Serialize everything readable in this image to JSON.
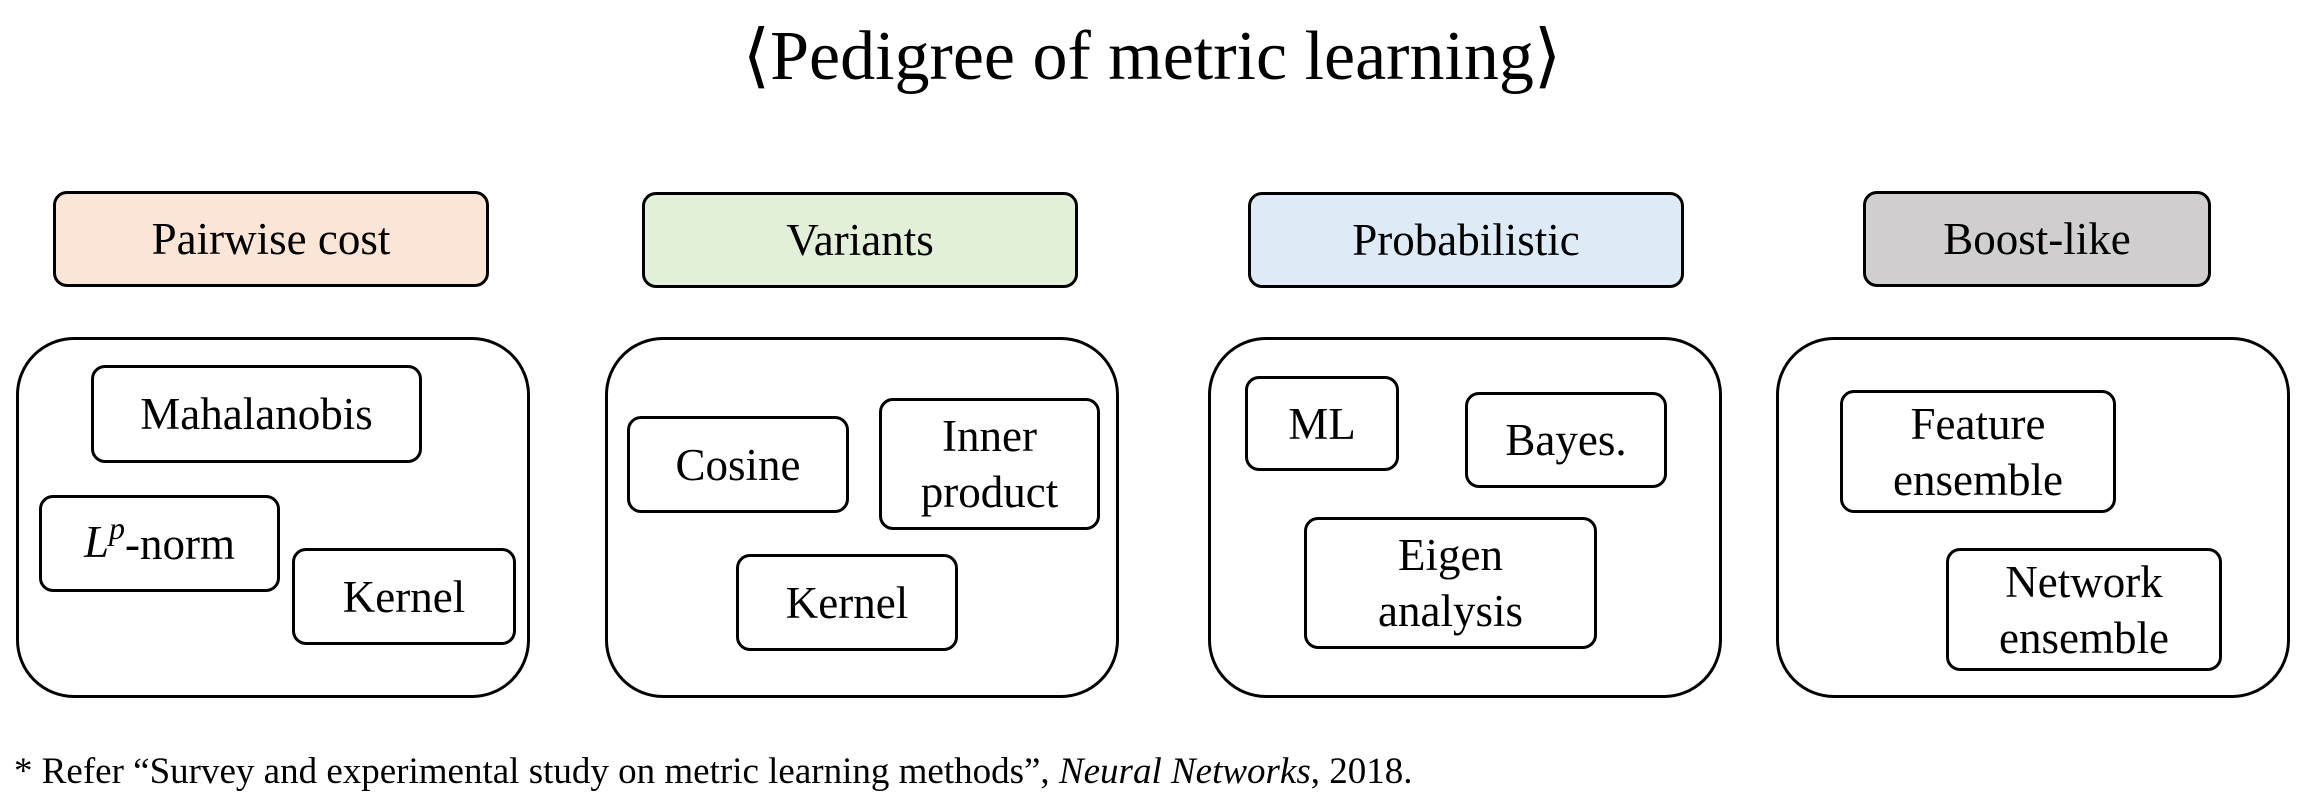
{
  "title": "⟨Pedigree of metric learning⟩",
  "categories": [
    {
      "label": "Pairwise cost",
      "color": "#FBE5D6",
      "items": [
        [
          "Mahalanobis"
        ],
        [
          "-norm"
        ],
        [
          "Kernel"
        ]
      ],
      "norm_symbol": "L",
      "norm_superscript": "p"
    },
    {
      "label": "Variants",
      "color": "#E2F0D9",
      "items": [
        [
          "Cosine"
        ],
        [
          "Inner",
          "product"
        ],
        [
          "Kernel"
        ]
      ]
    },
    {
      "label": "Probabilistic",
      "color": "#DEEBF7",
      "items": [
        [
          "ML"
        ],
        [
          "Bayes."
        ],
        [
          "Eigen",
          "analysis"
        ]
      ]
    },
    {
      "label": "Boost-like",
      "color": "#D0CECE",
      "items": [
        [
          "Feature",
          "ensemble"
        ],
        [
          "Network",
          "ensemble"
        ]
      ]
    }
  ],
  "footnote": {
    "prefix": "* Refer “Survey and experimental study on metric learning methods”, ",
    "journal": "Neural Networks",
    "suffix": ", 2018."
  }
}
